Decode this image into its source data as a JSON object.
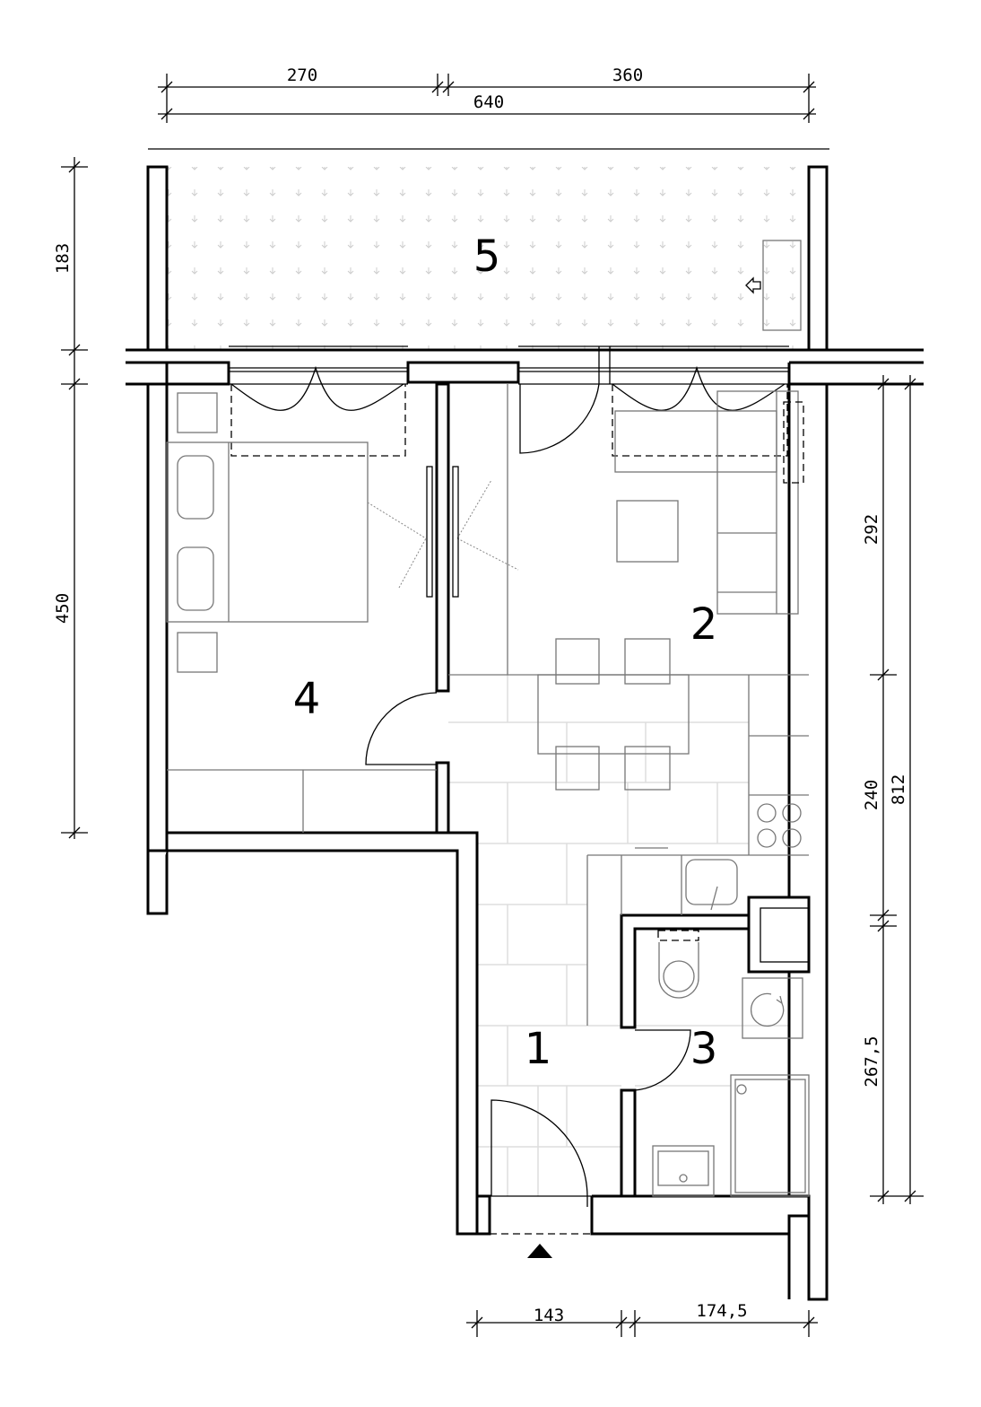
{
  "plan": {
    "rooms": [
      {
        "number": "1"
      },
      {
        "number": "2"
      },
      {
        "number": "3"
      },
      {
        "number": "4"
      },
      {
        "number": "5"
      }
    ],
    "dimensions": {
      "top_left": "270",
      "top_right": "360",
      "top_total": "640",
      "left_balcony": "183",
      "left_bedroom": "450",
      "right_living": "292",
      "right_kitchen": "240",
      "right_total": "812",
      "right_bath": "267,5",
      "bottom_entry": "143",
      "bottom_bath": "174,5"
    },
    "entrance_marker": "entrance-arrow"
  }
}
